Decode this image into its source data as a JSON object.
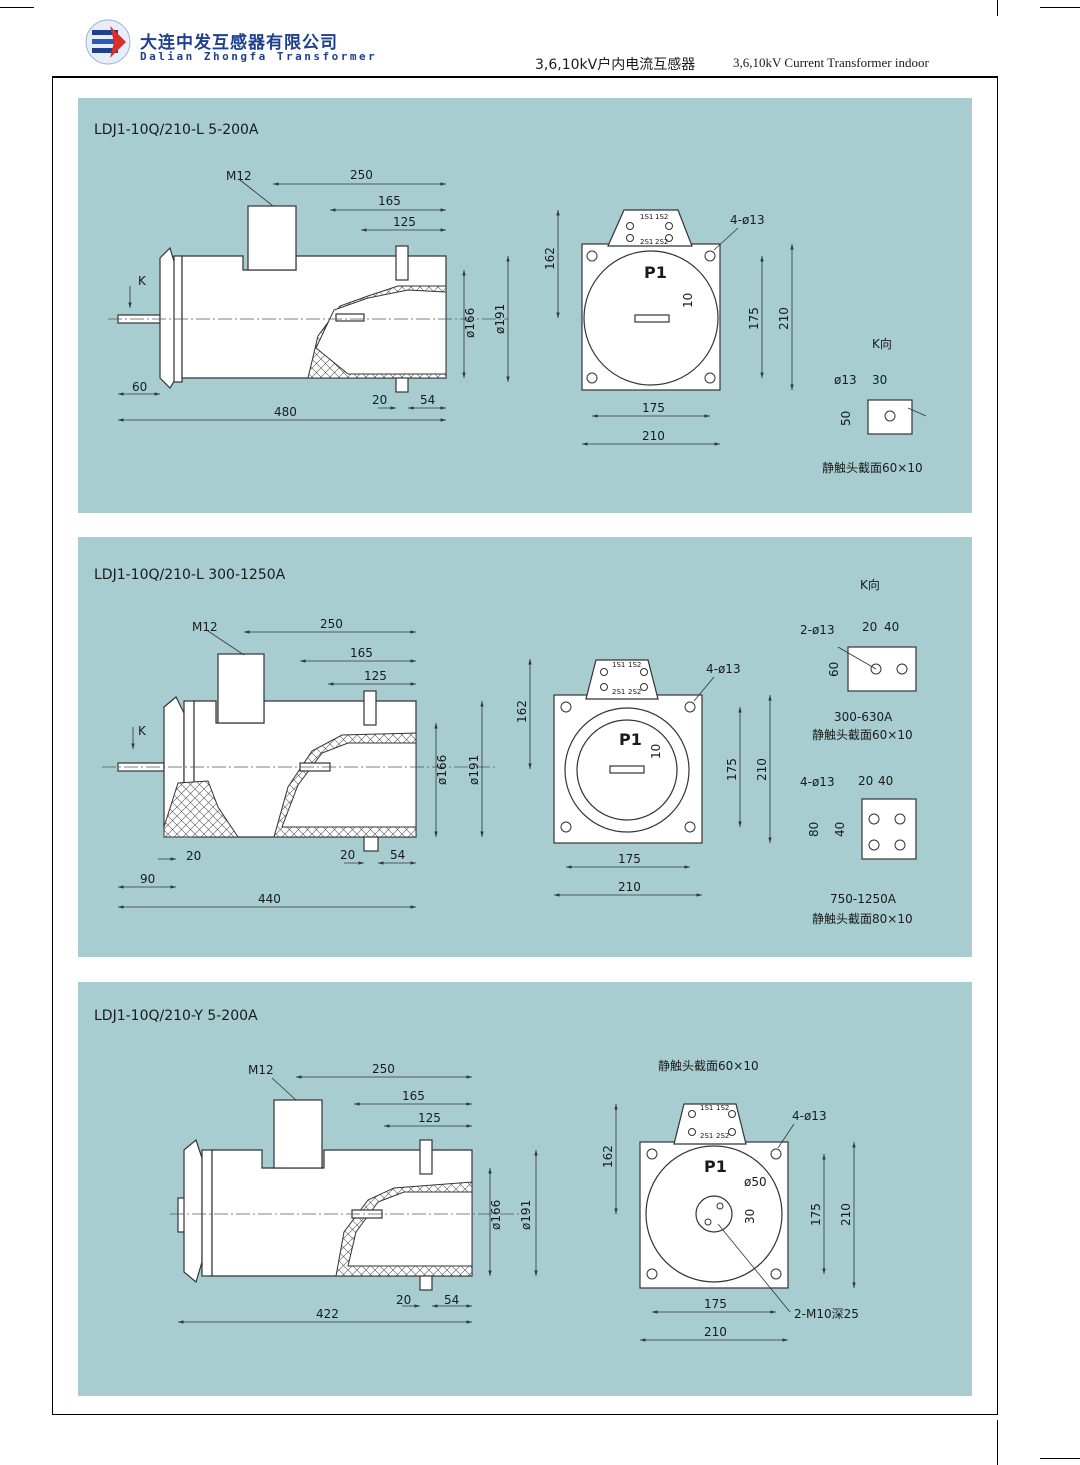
{
  "header": {
    "company_cn": "大连中发互感器有限公司",
    "company_en": "Dalian Zhongfa Transformer",
    "title_cn": "3,6,10kV户内电流互感器",
    "title_en": "3,6,10kV Current Transformer indoor"
  },
  "colors": {
    "panel": "#a8cdd0",
    "brand": "#1f3f8f",
    "body_fill": "#ffffff"
  },
  "panels": [
    {
      "model": "LDJ1-10Q/210-L   5-200A",
      "side": {
        "thread": "M12",
        "d250": "250",
        "d165": "165",
        "d125": "125",
        "dia166": "ø166",
        "dia191": "ø191",
        "k": "K",
        "d60": "60",
        "d480": "480",
        "d20": "20",
        "d54": "54"
      },
      "front": {
        "d162": "162",
        "holes": "4-ø13",
        "p1": "P1",
        "d10": "10",
        "d175v": "175",
        "d210v": "210",
        "d175h": "175",
        "d210h": "210",
        "t1": "1S1",
        "t2": "1S2",
        "t3": "2S1",
        "t4": "2S2"
      },
      "kview": {
        "title": "K向",
        "hole": "ø13",
        "d30": "30",
        "d50": "50",
        "caption": "静触头截面60×10"
      }
    },
    {
      "model": "LDJ1-10Q/210-L   300-1250A",
      "side": {
        "thread": "M12",
        "d250": "250",
        "d165": "165",
        "d125": "125",
        "dia166": "ø166",
        "dia191": "ø191",
        "k": "K",
        "d20a": "20",
        "d90": "90",
        "d440": "440",
        "d20": "20",
        "d54": "54"
      },
      "front": {
        "d162": "162",
        "holes": "4-ø13",
        "p1": "P1",
        "d10": "10",
        "d175v": "175",
        "d210v": "210",
        "d175h": "175",
        "d210h": "210",
        "t1": "1S1",
        "t2": "1S2",
        "t3": "2S1",
        "t4": "2S2"
      },
      "kview": {
        "title": "K向",
        "holes_a": "2-ø13",
        "d20a": "20",
        "d40a": "40",
        "d60": "60",
        "range_a": "300-630A",
        "caption_a": "静触头截面60×10",
        "holes_b": "4-ø13",
        "d20b": "20",
        "d40b": "40",
        "d80": "80",
        "d40v": "40",
        "range_b": "750-1250A",
        "caption_b": "静触头截面80×10"
      }
    },
    {
      "model": "LDJ1-10Q/210-Y   5-200A",
      "side": {
        "thread": "M12",
        "d250": "250",
        "d165": "165",
        "d125": "125",
        "dia166": "ø166",
        "dia191": "ø191",
        "d422": "422",
        "d20": "20",
        "d54": "54"
      },
      "front": {
        "caption": "静触头截面60×10",
        "d162": "162",
        "holes": "4-ø13",
        "p1": "P1",
        "dia50": "ø50",
        "d30": "30",
        "d175v": "175",
        "d210v": "210",
        "d175h": "175",
        "d210h": "210",
        "tap": "2-M10深25",
        "t1": "1S1",
        "t2": "1S2",
        "t3": "2S1",
        "t4": "2S2"
      }
    }
  ]
}
